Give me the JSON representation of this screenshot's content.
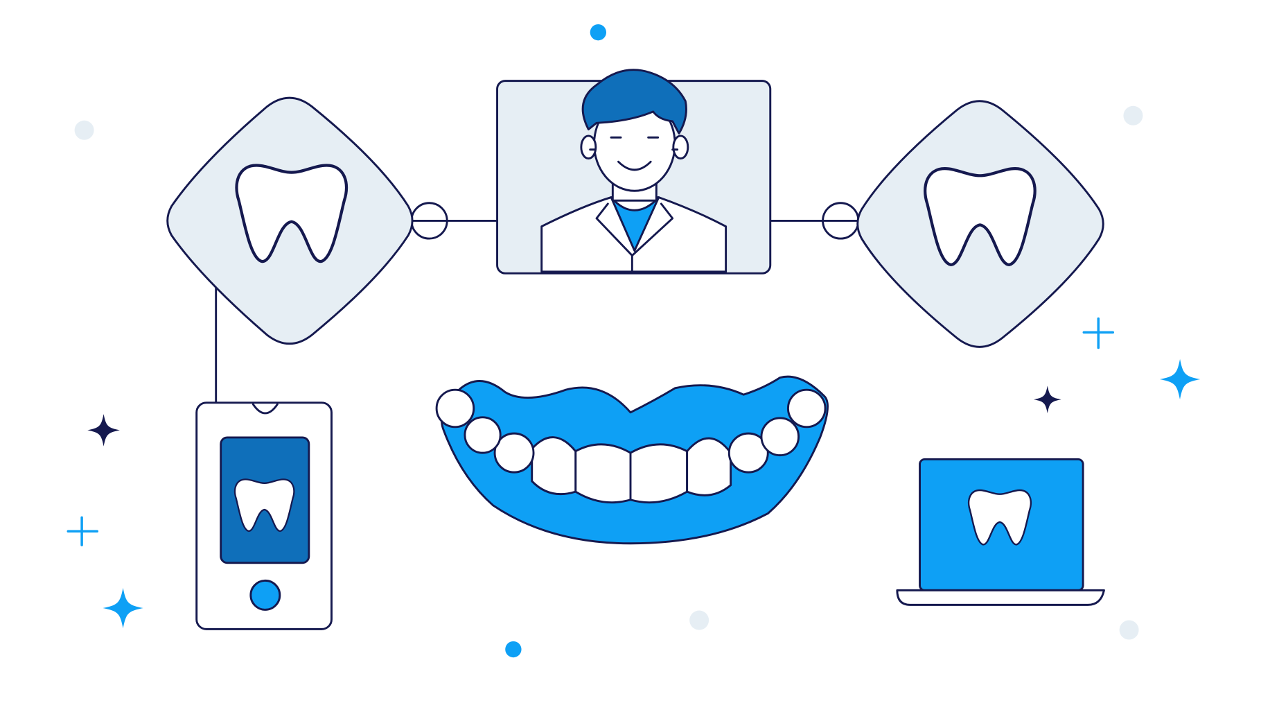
{
  "illustration": {
    "subject": "tele-dentistry",
    "colors": {
      "outline": "#15194f",
      "panel": "#e6eef4",
      "bright_blue": "#0ea0f5",
      "dark_blue": "#0f6fba",
      "white": "#ffffff"
    },
    "icons": [
      "dentist-avatar",
      "tooth-icon",
      "smartphone-icon",
      "laptop-icon",
      "smile-teeth",
      "sparkle-icon"
    ]
  }
}
